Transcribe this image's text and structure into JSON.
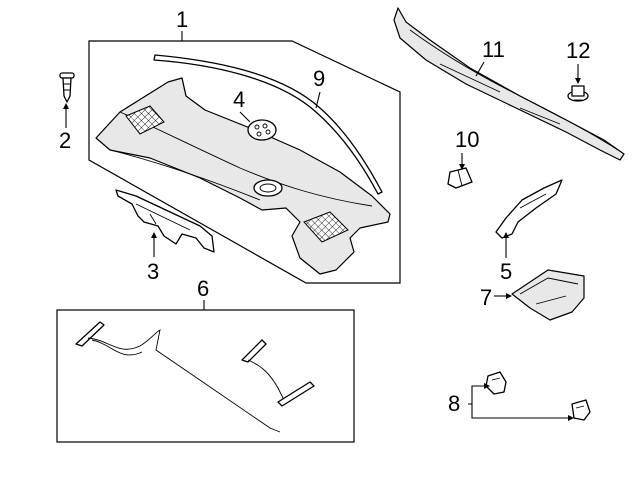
{
  "callouts": {
    "c1": "1",
    "c2": "2",
    "c3": "3",
    "c4": "4",
    "c5": "5",
    "c6": "6",
    "c7": "7",
    "c8": "8",
    "c9": "9",
    "c10": "10",
    "c11": "11",
    "c12": "12"
  },
  "colors": {
    "line": "#000000",
    "background": "#ffffff",
    "shade": "#e8e8e8"
  }
}
